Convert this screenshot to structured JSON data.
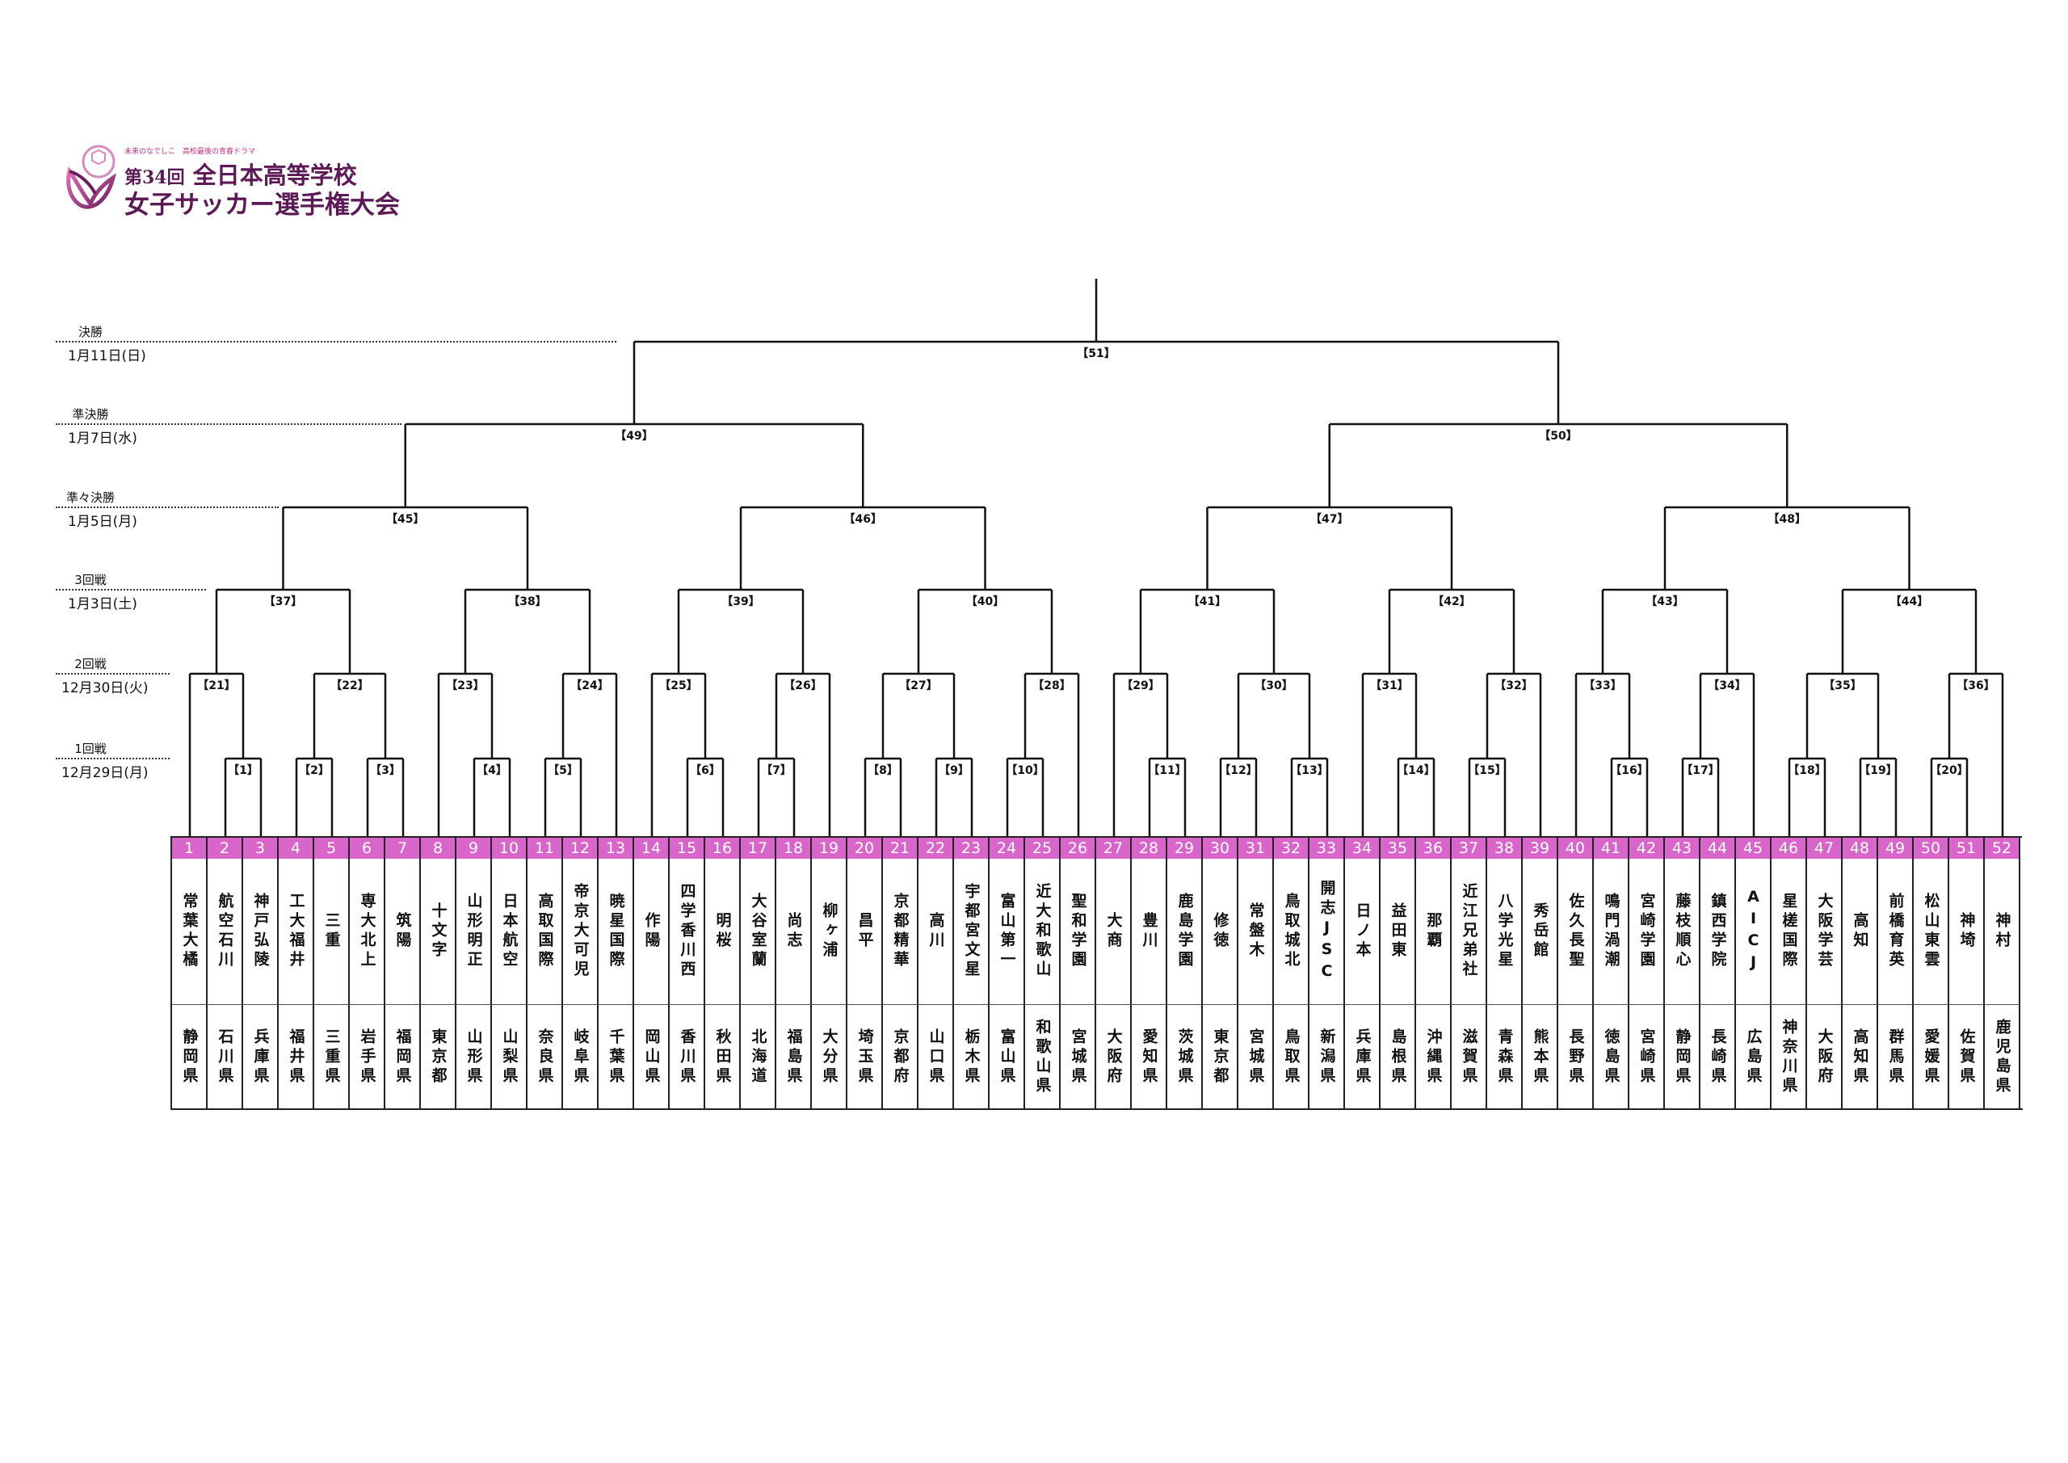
{
  "logo": {
    "tagline": "未来のなでしこ　高校最後の青春ドラマ",
    "edition": "第34回",
    "title_line1": "全日本高等学校",
    "title_line2": "女子サッカー選手権大会"
  },
  "rounds": [
    {
      "name": "決勝",
      "date": "1月11日(日)"
    },
    {
      "name": "準決勝",
      "date": "1月7日(水)"
    },
    {
      "name": "準々決勝",
      "date": "1月5日(月)"
    },
    {
      "name": "3回戦",
      "date": "1月3日(土)"
    },
    {
      "name": "2回戦",
      "date": "12月30日(火)"
    },
    {
      "name": "1回戦",
      "date": "12月29日(月)"
    }
  ],
  "colors": {
    "number_bg": "#d865c9",
    "line": "#111111"
  },
  "teams": [
    {
      "no": "1",
      "name": "常葉大橘",
      "pref": "静岡県"
    },
    {
      "no": "2",
      "name": "航空石川",
      "pref": "石川県"
    },
    {
      "no": "3",
      "name": "神戸弘陵",
      "pref": "兵庫県"
    },
    {
      "no": "4",
      "name": "工大福井",
      "pref": "福井県"
    },
    {
      "no": "5",
      "name": "三重",
      "pref": "三重県"
    },
    {
      "no": "6",
      "name": "専大北上",
      "pref": "岩手県"
    },
    {
      "no": "7",
      "name": "筑陽",
      "pref": "福岡県"
    },
    {
      "no": "8",
      "name": "十文字",
      "pref": "東京都"
    },
    {
      "no": "9",
      "name": "山形明正",
      "pref": "山形県"
    },
    {
      "no": "10",
      "name": "日本航空",
      "pref": "山梨県"
    },
    {
      "no": "11",
      "name": "高取国際",
      "pref": "奈良県"
    },
    {
      "no": "12",
      "name": "帝京大可児",
      "pref": "岐阜県"
    },
    {
      "no": "13",
      "name": "暁星国際",
      "pref": "千葉県"
    },
    {
      "no": "14",
      "name": "作陽",
      "pref": "岡山県"
    },
    {
      "no": "15",
      "name": "四学香川西",
      "pref": "香川県"
    },
    {
      "no": "16",
      "name": "明桜",
      "pref": "秋田県"
    },
    {
      "no": "17",
      "name": "大谷室蘭",
      "pref": "北海道"
    },
    {
      "no": "18",
      "name": "尚志",
      "pref": "福島県"
    },
    {
      "no": "19",
      "name": "柳ヶ浦",
      "pref": "大分県"
    },
    {
      "no": "20",
      "name": "昌平",
      "pref": "埼玉県"
    },
    {
      "no": "21",
      "name": "京都精華",
      "pref": "京都府"
    },
    {
      "no": "22",
      "name": "高川",
      "pref": "山口県"
    },
    {
      "no": "23",
      "name": "宇都宮文星",
      "pref": "栃木県"
    },
    {
      "no": "24",
      "name": "富山第一",
      "pref": "富山県"
    },
    {
      "no": "25",
      "name": "近大和歌山",
      "pref": "和歌山県"
    },
    {
      "no": "26",
      "name": "聖和学園",
      "pref": "宮城県"
    },
    {
      "no": "27",
      "name": "大商",
      "pref": "大阪府"
    },
    {
      "no": "28",
      "name": "豊川",
      "pref": "愛知県"
    },
    {
      "no": "29",
      "name": "鹿島学園",
      "pref": "茨城県"
    },
    {
      "no": "30",
      "name": "修徳",
      "pref": "東京都"
    },
    {
      "no": "31",
      "name": "常盤木",
      "pref": "宮城県"
    },
    {
      "no": "32",
      "name": "鳥取城北",
      "pref": "鳥取県"
    },
    {
      "no": "33",
      "name": "開志JSC",
      "pref": "新潟県"
    },
    {
      "no": "34",
      "name": "日ノ本",
      "pref": "兵庫県"
    },
    {
      "no": "35",
      "name": "益田東",
      "pref": "島根県"
    },
    {
      "no": "36",
      "name": "那覇",
      "pref": "沖縄県"
    },
    {
      "no": "37",
      "name": "近江兄弟社",
      "pref": "滋賀県"
    },
    {
      "no": "38",
      "name": "八学光星",
      "pref": "青森県"
    },
    {
      "no": "39",
      "name": "秀岳館",
      "pref": "熊本県"
    },
    {
      "no": "40",
      "name": "佐久長聖",
      "pref": "長野県"
    },
    {
      "no": "41",
      "name": "鳴門渦潮",
      "pref": "徳島県"
    },
    {
      "no": "42",
      "name": "宮崎学園",
      "pref": "宮崎県"
    },
    {
      "no": "43",
      "name": "藤枝順心",
      "pref": "静岡県"
    },
    {
      "no": "44",
      "name": "鎮西学院",
      "pref": "長崎県"
    },
    {
      "no": "45",
      "name": "AICJ",
      "pref": "広島県"
    },
    {
      "no": "46",
      "name": "星槎国際",
      "pref": "神奈川県"
    },
    {
      "no": "47",
      "name": "大阪学芸",
      "pref": "大阪府"
    },
    {
      "no": "48",
      "name": "高知",
      "pref": "高知県"
    },
    {
      "no": "49",
      "name": "前橋育英",
      "pref": "群馬県"
    },
    {
      "no": "50",
      "name": "松山東雲",
      "pref": "愛媛県"
    },
    {
      "no": "51",
      "name": "神埼",
      "pref": "佐賀県"
    },
    {
      "no": "52",
      "name": "神村",
      "pref": "鹿児島県"
    }
  ],
  "matches": [
    {
      "label": "【1】",
      "level": 1,
      "a": "t2",
      "b": "t3"
    },
    {
      "label": "【2】",
      "level": 1,
      "a": "t4",
      "b": "t5"
    },
    {
      "label": "【3】",
      "level": 1,
      "a": "t6",
      "b": "t7"
    },
    {
      "label": "【4】",
      "level": 1,
      "a": "t9",
      "b": "t10"
    },
    {
      "label": "【5】",
      "level": 1,
      "a": "t11",
      "b": "t12"
    },
    {
      "label": "【6】",
      "level": 1,
      "a": "t15",
      "b": "t16"
    },
    {
      "label": "【7】",
      "level": 1,
      "a": "t17",
      "b": "t18"
    },
    {
      "label": "【8】",
      "level": 1,
      "a": "t20",
      "b": "t21"
    },
    {
      "label": "【9】",
      "level": 1,
      "a": "t22",
      "b": "t23"
    },
    {
      "label": "【10】",
      "level": 1,
      "a": "t24",
      "b": "t25"
    },
    {
      "label": "【11】",
      "level": 1,
      "a": "t28",
      "b": "t29"
    },
    {
      "label": "【12】",
      "level": 1,
      "a": "t30",
      "b": "t31"
    },
    {
      "label": "【13】",
      "level": 1,
      "a": "t32",
      "b": "t33"
    },
    {
      "label": "【14】",
      "level": 1,
      "a": "t35",
      "b": "t36"
    },
    {
      "label": "【15】",
      "level": 1,
      "a": "t37",
      "b": "t38"
    },
    {
      "label": "【16】",
      "level": 1,
      "a": "t41",
      "b": "t42"
    },
    {
      "label": "【17】",
      "level": 1,
      "a": "t43",
      "b": "t44"
    },
    {
      "label": "【18】",
      "level": 1,
      "a": "t46",
      "b": "t47"
    },
    {
      "label": "【19】",
      "level": 1,
      "a": "t48",
      "b": "t49"
    },
    {
      "label": "【20】",
      "level": 1,
      "a": "t50",
      "b": "t51"
    },
    {
      "label": "【21】",
      "level": 2,
      "a": "t1",
      "b": "m1"
    },
    {
      "label": "【22】",
      "level": 2,
      "a": "m2",
      "b": "m3"
    },
    {
      "label": "【23】",
      "level": 2,
      "a": "t8",
      "b": "m4"
    },
    {
      "label": "【24】",
      "level": 2,
      "a": "m5",
      "b": "t13"
    },
    {
      "label": "【25】",
      "level": 2,
      "a": "t14",
      "b": "m6"
    },
    {
      "label": "【26】",
      "level": 2,
      "a": "m7",
      "b": "t19"
    },
    {
      "label": "【27】",
      "level": 2,
      "a": "m8",
      "b": "m9"
    },
    {
      "label": "【28】",
      "level": 2,
      "a": "m10",
      "b": "t26"
    },
    {
      "label": "【29】",
      "level": 2,
      "a": "t27",
      "b": "m11"
    },
    {
      "label": "【30】",
      "level": 2,
      "a": "m12",
      "b": "m13"
    },
    {
      "label": "【31】",
      "level": 2,
      "a": "t34",
      "b": "m14"
    },
    {
      "label": "【32】",
      "level": 2,
      "a": "m15",
      "b": "t39"
    },
    {
      "label": "【33】",
      "level": 2,
      "a": "t40",
      "b": "m16"
    },
    {
      "label": "【34】",
      "level": 2,
      "a": "m17",
      "b": "t45"
    },
    {
      "label": "【35】",
      "level": 2,
      "a": "m18",
      "b": "m19"
    },
    {
      "label": "【36】",
      "level": 2,
      "a": "m20",
      "b": "t52"
    },
    {
      "label": "【37】",
      "level": 3,
      "a": "m21",
      "b": "m22"
    },
    {
      "label": "【38】",
      "level": 3,
      "a": "m23",
      "b": "m24"
    },
    {
      "label": "【39】",
      "level": 3,
      "a": "m25",
      "b": "m26"
    },
    {
      "label": "【40】",
      "level": 3,
      "a": "m27",
      "b": "m28"
    },
    {
      "label": "【41】",
      "level": 3,
      "a": "m29",
      "b": "m30"
    },
    {
      "label": "【42】",
      "level": 3,
      "a": "m31",
      "b": "m32"
    },
    {
      "label": "【43】",
      "level": 3,
      "a": "m33",
      "b": "m34"
    },
    {
      "label": "【44】",
      "level": 3,
      "a": "m35",
      "b": "m36"
    },
    {
      "label": "【45】",
      "level": 4,
      "a": "m37",
      "b": "m38"
    },
    {
      "label": "【46】",
      "level": 4,
      "a": "m39",
      "b": "m40"
    },
    {
      "label": "【47】",
      "level": 4,
      "a": "m41",
      "b": "m42"
    },
    {
      "label": "【48】",
      "level": 4,
      "a": "m43",
      "b": "m44"
    },
    {
      "label": "【49】",
      "level": 5,
      "a": "m45",
      "b": "m46"
    },
    {
      "label": "【50】",
      "level": 5,
      "a": "m47",
      "b": "m48"
    },
    {
      "label": "【51】",
      "level": 6,
      "a": "m49",
      "b": "m50"
    }
  ]
}
